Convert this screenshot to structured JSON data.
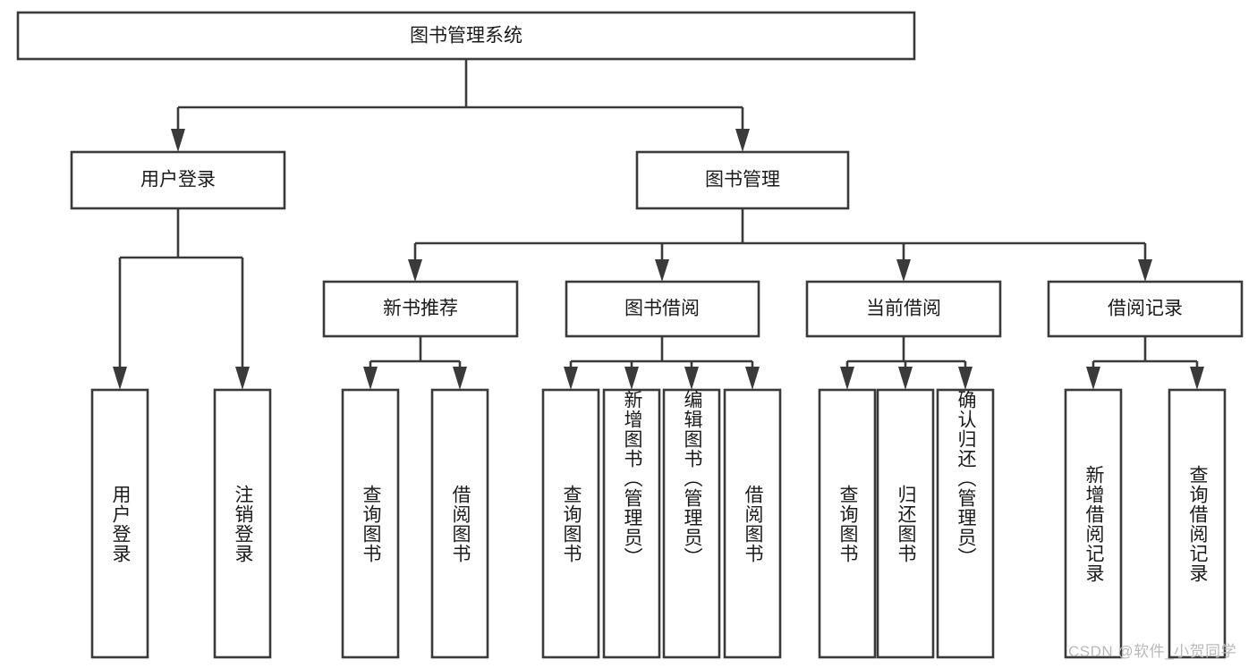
{
  "diagram": {
    "type": "tree-hierarchy",
    "title": "图书管理系统",
    "colors": {
      "stroke": "#3a3a3a",
      "fill": "#ffffff",
      "text": "#1b1b1b",
      "background": "#ffffff",
      "watermark": "#b9b9b9"
    },
    "root": {
      "label": "图书管理系统"
    },
    "level2": [
      {
        "label": "用户登录"
      },
      {
        "label": "图书管理"
      }
    ],
    "level3": [
      {
        "label": "新书推荐"
      },
      {
        "label": "图书借阅"
      },
      {
        "label": "当前借阅"
      },
      {
        "label": "借阅记录"
      }
    ],
    "leaves": {
      "user_login": [
        {
          "label": "用户登录"
        },
        {
          "label": "注销登录"
        }
      ],
      "new_book_recommend": [
        {
          "label": "查询图书"
        },
        {
          "label": "借阅图书"
        }
      ],
      "book_borrow": [
        {
          "label": "查询图书"
        },
        {
          "label": "新增图书（管理员）"
        },
        {
          "label": "编辑图书（管理员）"
        },
        {
          "label": "借阅图书"
        }
      ],
      "current_borrow": [
        {
          "label": "查询图书"
        },
        {
          "label": "归还图书"
        },
        {
          "label": "确认归还（管理员）"
        }
      ],
      "borrow_record": [
        {
          "label": "新增借阅记录"
        },
        {
          "label": "查询借阅记录"
        }
      ]
    }
  },
  "watermark": {
    "text": "CSDN @软件_小贺同学"
  }
}
